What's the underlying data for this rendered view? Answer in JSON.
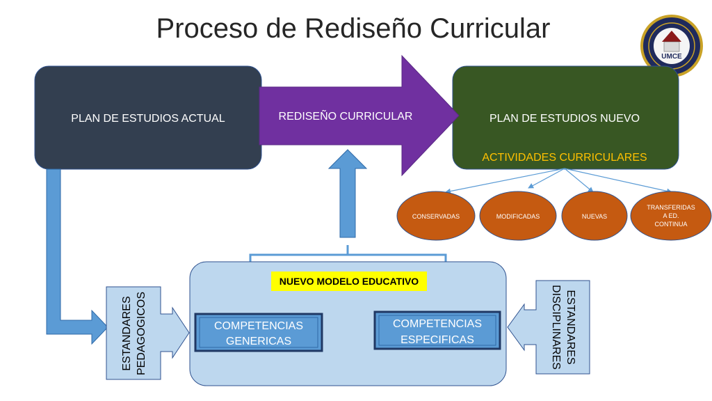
{
  "slide": {
    "title": "Proceso de Rediseño Curricular"
  },
  "logo": {
    "text": "UMCE"
  },
  "boxes": {
    "plan_actual": "PLAN DE ESTUDIOS ACTUAL",
    "rediseno": "REDISEÑO CURRICULAR",
    "plan_nuevo": "PLAN DE ESTUDIOS NUEVO",
    "actividades": "ACTIVIDADES CURRICULARES"
  },
  "activities": [
    {
      "lines": [
        "CONSERVADAS"
      ]
    },
    {
      "lines": [
        "MODIFICADAS"
      ]
    },
    {
      "lines": [
        "NUEVAS"
      ]
    },
    {
      "lines": [
        "TRANSFERIDAS",
        "A ED.",
        "CONTINUA"
      ]
    }
  ],
  "model": {
    "title": "NUEVO MODELO EDUCATIVO",
    "competencias_genericas": [
      "COMPETENCIAS",
      "GENERICAS"
    ],
    "competencias_especificas": [
      "COMPETENCIAS",
      "ESPECIFICAS"
    ]
  },
  "standards": {
    "pedagogicos": [
      "ESTANDARES",
      "PEDAGOGICOS"
    ],
    "disciplinares": [
      "ESTANDARES",
      "DISCIPLINARES"
    ]
  },
  "colors": {
    "dark_box": "#333f50",
    "purple_arrow": "#7030a0",
    "green_box": "#385723",
    "orange_text": "#ffc000",
    "ellipse": "#c55a11",
    "blue_arrow": "#5b9bd5",
    "light_panel": "#bdd7ee",
    "yellow_label": "#ffff00"
  }
}
